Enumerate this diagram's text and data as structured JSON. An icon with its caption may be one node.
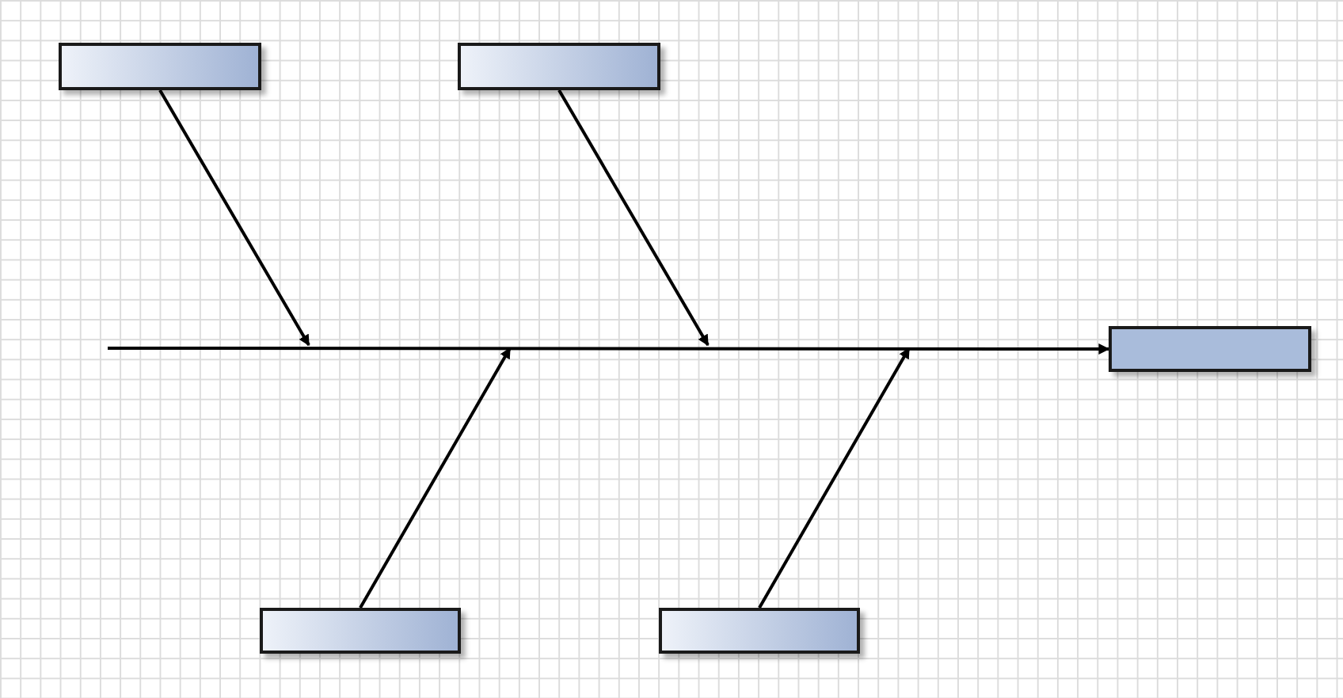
{
  "diagram": {
    "nodes": [
      {
        "text": [],
        "shape": "box"
      },
      {
        "text": [],
        "shape": "box"
      },
      {
        "text": [],
        "shape": "box"
      },
      {
        "text": [],
        "shape": "box"
      },
      {
        "text": [],
        "shape": "box"
      }
    ],
    "edges": [
      {
        "from": 0,
        "to": null,
        "arrow": "to"
      },
      {
        "from": 1,
        "to": null,
        "arrow": "to"
      },
      {
        "from": null,
        "to": 2,
        "arrow": "to"
      },
      {
        "from": 3,
        "to": null,
        "arrow": "to"
      },
      {
        "from": 4,
        "to": null,
        "arrow": "to"
      }
    ]
  }
}
